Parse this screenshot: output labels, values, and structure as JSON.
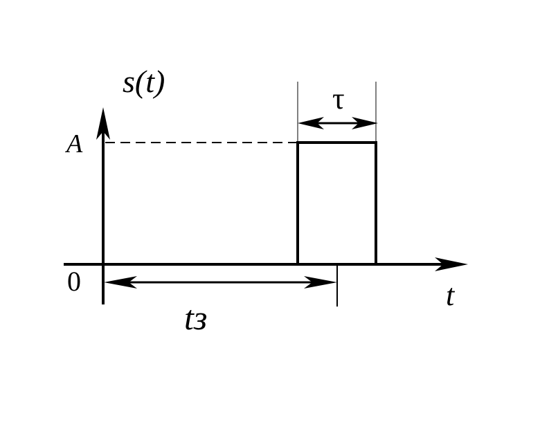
{
  "diagram": {
    "labels": {
      "signal": "s(t)",
      "amplitude": "A",
      "origin": "0",
      "time_axis": "t",
      "pulse_width": "τ",
      "delay": "tз"
    },
    "colors": {
      "ink": "#000000",
      "background": "#ffffff"
    }
  }
}
